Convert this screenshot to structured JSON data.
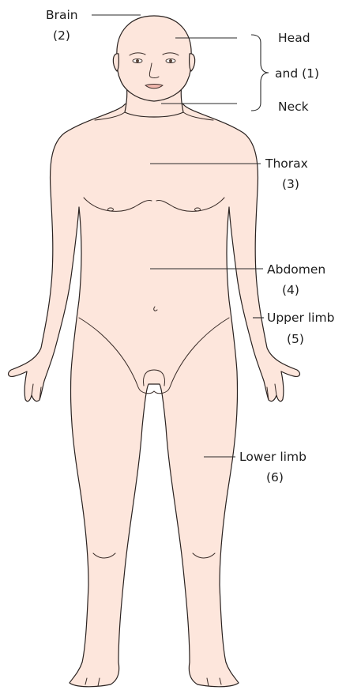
{
  "labels": {
    "brain": "Brain",
    "brain_num": "(2)",
    "head": "Head",
    "and_num": "and (1)",
    "neck": "Neck",
    "thorax": "Thorax",
    "thorax_num": "(3)",
    "abdomen": "Abdomen",
    "abdomen_num": "(4)",
    "upper_limb": "Upper limb",
    "upper_limb_num": "(5)",
    "lower_limb": "Lower limb",
    "lower_limb_num": "(6)"
  },
  "colors": {
    "skin": "#fde6dc",
    "outline": "#2a2220",
    "label_text": "#1c1c1c"
  }
}
